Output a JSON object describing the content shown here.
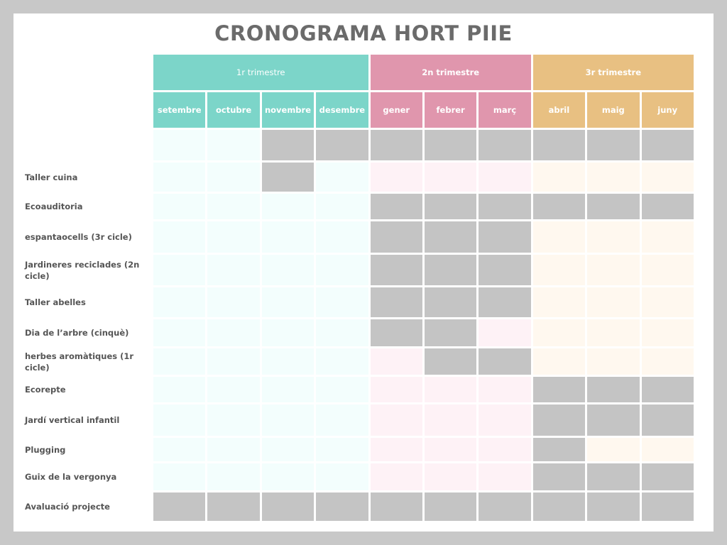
{
  "title": "CRONOGRAMA HORT PIIE",
  "trimesters": [
    {
      "label": "1r trimestre",
      "span": 4
    },
    {
      "label": "2n trimestre",
      "span": 3
    },
    {
      "label": "3r trimestre",
      "span": 3
    }
  ],
  "months": [
    "setembre",
    "octubre",
    "novembre",
    "desembre",
    "gener",
    "febrer",
    "març",
    "abril",
    "maig",
    "juny"
  ],
  "rows": [
    {
      "label": "",
      "active": [
        2,
        3,
        4,
        5,
        6,
        7,
        8,
        9
      ]
    },
    {
      "label": "Taller cuina",
      "active": [
        2
      ]
    },
    {
      "label": "Ecoauditoria",
      "active": [
        4,
        5,
        6,
        7,
        8,
        9
      ]
    },
    {
      "label": "espantaocells (3r cicle)",
      "active": [
        4,
        5,
        6
      ]
    },
    {
      "label": "Jardineres reciclades (2n cicle)",
      "active": [
        4,
        5,
        6
      ]
    },
    {
      "label": "Taller abelles",
      "active": [
        4,
        5,
        6
      ]
    },
    {
      "label": "Dia de l’arbre (cinquè)",
      "active": [
        4,
        5
      ]
    },
    {
      "label": "herbes aromàtiques (1r cicle)",
      "active": [
        5,
        6
      ]
    },
    {
      "label": "Ecorepte",
      "active": [
        7,
        8,
        9
      ]
    },
    {
      "label": "Jardí vertical infantil",
      "active": [
        7,
        8,
        9
      ]
    },
    {
      "label": "Plugging",
      "active": [
        7
      ]
    },
    {
      "label": "Guix de la vergonya",
      "active": [
        7,
        8,
        9
      ]
    },
    {
      "label": "Avaluació projecte",
      "active": [
        0,
        1,
        2,
        3,
        4,
        5,
        6,
        7,
        8,
        9
      ]
    }
  ],
  "colors": {
    "q1": "#7cd5c9",
    "q2": "#e096ad",
    "q3": "#e8c082",
    "active": "#c4c4c4"
  }
}
